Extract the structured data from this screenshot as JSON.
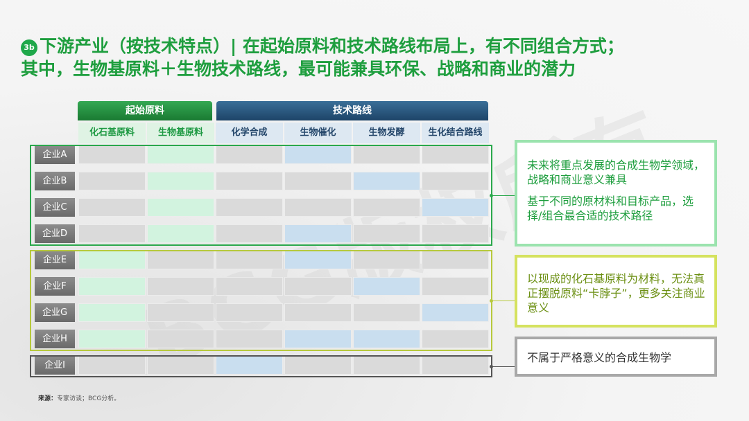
{
  "badge": "3b",
  "title_line1": "下游产业（按技术特点）| 在起始原料和技术路线布局上，有不同组合方式；",
  "title_line2": "其中，生物基原料＋生物技术路线，最可能兼具环保、战略和商业的潜力",
  "watermark": "BCG版权所有",
  "headers": {
    "raw": "起始原料",
    "tech": "技术路线"
  },
  "subheaders": [
    "化石基原料",
    "生物基原料",
    "化学合成",
    "生物催化",
    "生物发酵",
    "生化结合路线"
  ],
  "rows": [
    {
      "label": "企业A",
      "cells": [
        "grey",
        "green",
        "grey",
        "blue",
        "grey",
        "grey"
      ]
    },
    {
      "label": "企业B",
      "cells": [
        "grey",
        "green",
        "grey",
        "grey",
        "blue",
        "grey"
      ]
    },
    {
      "label": "企业C",
      "cells": [
        "grey",
        "green",
        "grey",
        "grey",
        "grey",
        "blue"
      ]
    },
    {
      "label": "企业D",
      "cells": [
        "grey",
        "green",
        "grey",
        "blue",
        "grey",
        "grey"
      ]
    },
    {
      "label": "企业E",
      "cells": [
        "green",
        "grey",
        "grey",
        "blue",
        "grey",
        "grey"
      ]
    },
    {
      "label": "企业F",
      "cells": [
        "green",
        "grey",
        "grey",
        "grey",
        "blue",
        "grey"
      ]
    },
    {
      "label": "企业G",
      "cells": [
        "green",
        "grey",
        "grey",
        "grey",
        "grey",
        "blue"
      ]
    },
    {
      "label": "企业H",
      "cells": [
        "green",
        "grey",
        "grey",
        "blue",
        "blue",
        "grey"
      ]
    },
    {
      "label": "企业I",
      "cells": [
        "grey",
        "grey",
        "blue",
        "grey",
        "grey",
        "grey"
      ]
    }
  ],
  "notes": {
    "green_1": "未来将重点发展的合成生物学领域，战略和商业意义兼具",
    "green_2": "基于不同的原材料和目标产品，选择/组合最合适的技术路径",
    "yellow": "以现成的化石基原料为材料，无法真正摆脱原料“卡脖子”，更多关注商业意义",
    "grey": "不属于严格意义的合成生物学"
  },
  "source_label": "来源：",
  "source_text": "专家访谈；BCG分析。",
  "colors": {
    "green": "#1e9e3e",
    "blue_header": "#2a5a84",
    "cell_grey": "#dadada",
    "cell_green": "#d2f3df",
    "cell_blue": "#c9deef",
    "yellow": "#b7c93c"
  }
}
